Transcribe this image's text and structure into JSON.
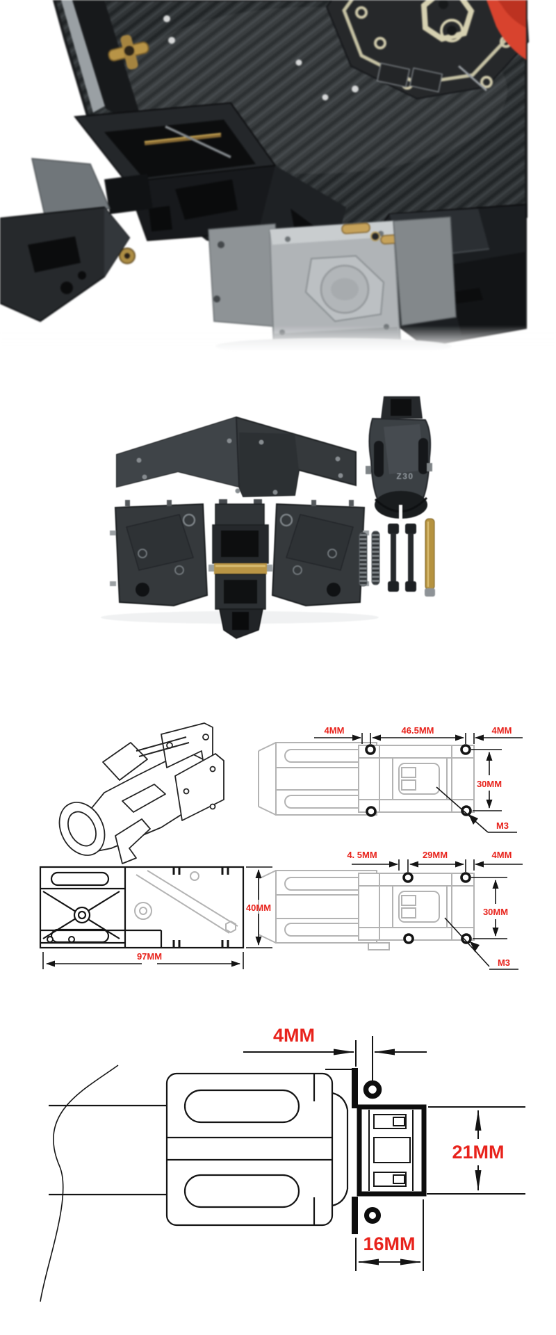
{
  "colors": {
    "background": "#ffffff",
    "dimension_text_red": "#e8231c",
    "drawing_line_black": "#141414",
    "drawing_line_gray": "#b3b3b3",
    "carbon_fiber_dark": "#2b2f31",
    "anodized_black_part": "#35393c",
    "brass_gold": "#c9a254",
    "aluminum_silver": "#b0b4b7",
    "red_strap": "#e2402a",
    "pcb_silkscreen_cream": "#d7d1ae"
  },
  "parts_photo": {
    "clamp_marking": "Z30"
  },
  "dims": {
    "top_view": {
      "offset_left": "4MM",
      "hole_spacing": "46.5MM",
      "offset_right": "4MM",
      "height": "30MM",
      "thread": "M3"
    },
    "mid_view": {
      "offset_left": "4. 5MM",
      "hole_spacing": "29MM",
      "offset_right": "4MM",
      "height": "30MM",
      "thread": "M3"
    },
    "side_view": {
      "height": "40MM",
      "length": "97MM"
    },
    "detail_view": {
      "hole_offset": "4MM",
      "bracket_height": "21MM",
      "flange_width": "16MM"
    }
  }
}
